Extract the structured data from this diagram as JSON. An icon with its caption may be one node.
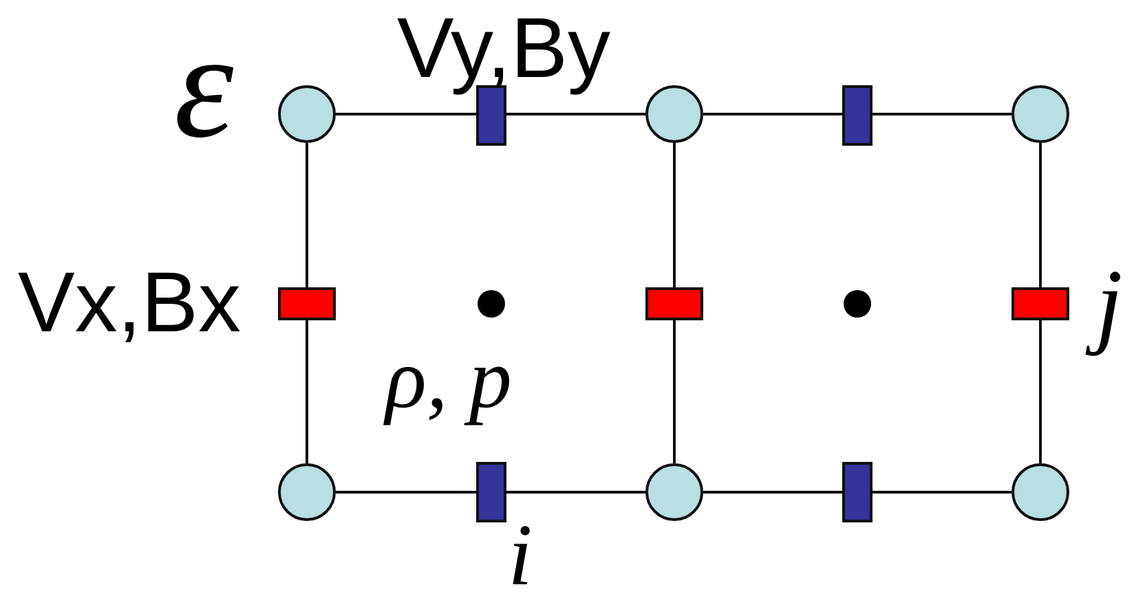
{
  "diagram": {
    "nodes": [
      {
        "text": [],
        "shape": "circle"
      },
      {
        "text": [],
        "shape": "circle"
      },
      {
        "text": [],
        "shape": "circle"
      },
      {
        "text": [],
        "shape": "circle"
      },
      {
        "text": [],
        "shape": "circle"
      },
      {
        "text": [],
        "shape": "circle"
      }
    ],
    "edges": [
      {
        "from": 0,
        "to": 1,
        "arrow": "none"
      },
      {
        "from": 1,
        "to": 2,
        "arrow": "none"
      },
      {
        "from": 0,
        "to": 3,
        "arrow": "none"
      },
      {
        "from": 1,
        "to": 4,
        "arrow": "none"
      },
      {
        "from": 2,
        "to": 5,
        "arrow": "none"
      },
      {
        "from": 3,
        "to": 4,
        "arrow": "none"
      },
      {
        "from": 4,
        "to": 5,
        "arrow": "none"
      }
    ],
    "labels": [
      "ε",
      "Vy,By",
      "Vx,Bx",
      "ρ, p",
      "j",
      "i"
    ]
  }
}
